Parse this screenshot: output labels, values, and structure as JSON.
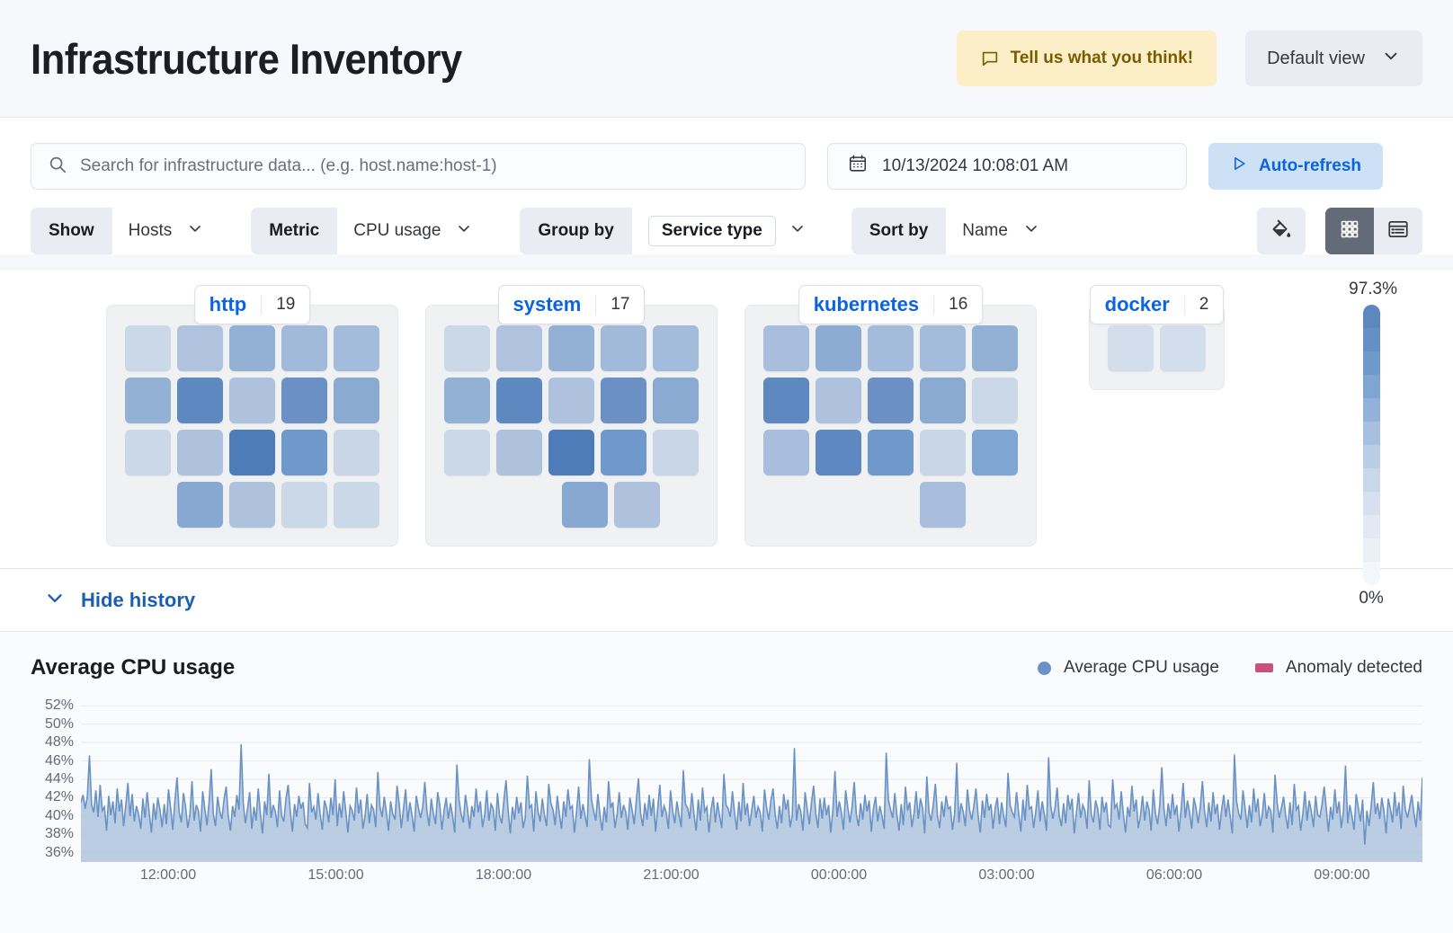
{
  "header": {
    "title": "Infrastructure Inventory",
    "feedback_label": "Tell us what you think!",
    "feedback_icon": "comment-icon",
    "view_label": "Default view",
    "view_chevron_icon": "chevron-down-icon",
    "feedback_bg": "#FCEFC7",
    "feedback_fg": "#7A5C00"
  },
  "search": {
    "placeholder": "Search for infrastructure data... (e.g. host.name:host-1)",
    "value": "",
    "icon": "search-icon"
  },
  "datepicker": {
    "value": "10/13/2024 10:08:01 AM",
    "icon": "calendar-icon"
  },
  "refresh": {
    "label": "Auto-refresh",
    "icon": "play-icon",
    "color": "#0B64DD",
    "bg": "#CCE0F6"
  },
  "filters": [
    {
      "label": "Show",
      "value": "Hosts",
      "badge": false,
      "name": "show"
    },
    {
      "label": "Metric",
      "value": "CPU usage",
      "badge": false,
      "name": "metric"
    },
    {
      "label": "Group by",
      "value": "Service type",
      "badge": true,
      "name": "group-by"
    },
    {
      "label": "Sort by",
      "value": "Name",
      "badge": false,
      "name": "sort-by"
    }
  ],
  "toolbar": {
    "palette_icon": "paint-bucket-icon",
    "grid_icon": "grid-view-icon",
    "table_icon": "table-view-icon",
    "active_view": "grid"
  },
  "legend_scale": {
    "top_label": "97.3%",
    "bottom_label": "0%",
    "colors": [
      "#5C87BF",
      "#6690C5",
      "#7099CB",
      "#7FA5D2",
      "#92B2DA",
      "#A7C0E1",
      "#BACDE6",
      "#C9D7EB",
      "#D7E0F0",
      "#E2E8F4",
      "#EBEFF8",
      "#F3F6FB"
    ]
  },
  "groups": [
    {
      "name": "http",
      "count": "19",
      "rows": [
        [
          "#CBD8E8",
          "#B0C3DE",
          "#93B0D5",
          "#A1BADA",
          "#A3BCDB"
        ],
        [
          "#93B0D5",
          "#5E88C0",
          "#AEC2DE",
          "#6A90C4",
          "#8AAAD2"
        ],
        [
          "#CBD8E8",
          "#AEC2DE",
          "#4E7CB8",
          "#7099CB",
          "#C8D6E7"
        ],
        [
          "#87A8D0",
          "#AEC2DE",
          "#CBD8E8",
          "#CBD8E8"
        ]
      ],
      "row_offsets": [
        0,
        0,
        0,
        1
      ]
    },
    {
      "name": "system",
      "count": "17",
      "rows": [
        [
          "#CBD8E8",
          "#B0C3DE",
          "#93B0D5",
          "#A1BADA",
          "#A3BCDB"
        ],
        [
          "#93B0D5",
          "#5E88C0",
          "#AEC2DE",
          "#6A90C4",
          "#8AAAD2"
        ],
        [
          "#CBD8E8",
          "#AEC2DE",
          "#4E7CB8",
          "#7099CB",
          "#C8D6E7"
        ],
        [
          "#87A8D0",
          "#AEC2DE"
        ]
      ],
      "row_offsets": [
        0,
        0,
        0,
        1.5
      ]
    },
    {
      "name": "kubernetes",
      "count": "16",
      "rows": [
        [
          "#A9BEDC",
          "#8CACD3",
          "#A4BCDB",
          "#A4BCDB",
          "#93B0D5"
        ],
        [
          "#5E88C0",
          "#AEC2DE",
          "#6A90C4",
          "#8AAAD2",
          "#CBD8E8"
        ],
        [
          "#A9BEDC",
          "#5E88C0",
          "#7099CB",
          "#C8D6E7",
          "#7FA5D2"
        ],
        [
          "#A9BEDC"
        ]
      ],
      "row_offsets": [
        0,
        0,
        0,
        2
      ]
    },
    {
      "name": "docker",
      "count": "2",
      "rows": [
        [
          "#D3DEEC",
          "#D3DEEC"
        ]
      ],
      "row_offsets": [
        0
      ]
    }
  ],
  "history": {
    "toggle_label": "Hide history",
    "toggle_icon": "chevron-down-icon"
  },
  "chart_data": {
    "type": "area",
    "title": "Average CPU usage",
    "xlabel": "",
    "ylabel": "",
    "ylim": [
      35,
      53
    ],
    "grid": true,
    "legend_position": "top-right",
    "legend": [
      {
        "name": "Average CPU usage",
        "marker": "dot",
        "color": "#6A92C4"
      },
      {
        "name": "Anomaly detected",
        "marker": "rect",
        "color": "#C8507A"
      }
    ],
    "yticks": [
      "52%",
      "50%",
      "48%",
      "46%",
      "44%",
      "42%",
      "40%",
      "38%",
      "36%"
    ],
    "ytick_values": [
      52,
      50,
      48,
      46,
      44,
      42,
      40,
      38,
      36
    ],
    "xticks": [
      "12:00:00",
      "15:00:00",
      "18:00:00",
      "21:00:00",
      "00:00:00",
      "03:00:00",
      "06:00:00",
      "09:00:00"
    ],
    "line_color": "#6A92C4",
    "fill_color": "#AFC4DE",
    "series": [
      {
        "name": "Average CPU usage",
        "values": [
          41.5,
          42.3,
          40.8,
          42.1,
          46.6,
          41.2,
          40.4,
          42.8,
          39.9,
          43.4,
          40.6,
          41.0,
          38.4,
          42.2,
          40.1,
          41.6,
          39.2,
          43.0,
          40.5,
          41.8,
          38.9,
          41.2,
          43.6,
          40.0,
          42.4,
          39.4,
          41.1,
          40.2,
          38.6,
          41.9,
          39.8,
          42.6,
          40.3,
          38.2,
          41.4,
          39.6,
          42.0,
          40.7,
          38.8,
          41.3,
          39.1,
          42.9,
          40.9,
          38.5,
          41.7,
          44.2,
          40.4,
          39.3,
          42.5,
          41.0,
          38.7,
          40.1,
          43.8,
          39.5,
          41.2,
          40.6,
          38.3,
          42.7,
          40.8,
          39.0,
          41.5,
          45.1,
          40.2,
          38.9,
          42.1,
          40.5,
          39.7,
          41.8,
          43.2,
          40.0,
          38.4,
          41.1,
          39.9,
          42.3,
          40.7,
          47.8,
          41.4,
          39.2,
          40.8,
          42.6,
          38.6,
          41.0,
          39.5,
          43.0,
          40.3,
          38.1,
          41.6,
          40.1,
          44.6,
          39.8,
          41.2,
          40.5,
          38.8,
          42.8,
          40.0,
          39.4,
          41.9,
          43.4,
          40.6,
          38.3,
          41.3,
          39.9,
          42.2,
          40.8,
          41.5,
          39.1,
          38.7,
          43.6,
          40.4,
          41.0,
          39.6,
          42.5,
          40.2,
          38.5,
          41.7,
          40.9,
          39.3,
          42.0,
          40.1,
          44.0,
          38.9,
          41.4,
          39.8,
          42.7,
          40.5,
          38.2,
          41.1,
          40.6,
          39.5,
          43.1,
          40.3,
          41.8,
          38.6,
          40.0,
          42.4,
          39.2,
          41.2,
          40.7,
          38.8,
          44.8,
          41.0,
          39.9,
          42.1,
          40.4,
          38.4,
          41.6,
          40.2,
          39.6,
          43.3,
          41.3,
          38.7,
          40.8,
          42.9,
          39.4,
          41.5,
          40.1,
          38.3,
          42.2,
          40.9,
          39.8,
          41.0,
          43.7,
          40.5,
          38.9,
          41.9,
          40.3,
          39.1,
          42.6,
          41.2,
          38.5,
          40.6,
          42.0,
          39.7,
          41.4,
          40.0,
          38.2,
          45.6,
          41.8,
          40.2,
          39.3,
          42.3,
          40.7,
          38.6,
          41.1,
          39.9,
          43.0,
          40.4,
          41.6,
          38.8,
          40.1,
          42.8,
          39.5,
          41.3,
          40.8,
          38.4,
          42.5,
          40.0,
          39.2,
          41.7,
          43.9,
          40.6,
          38.1,
          41.0,
          39.6,
          42.1,
          40.3,
          41.5,
          38.7,
          39.8,
          44.4,
          40.9,
          41.2,
          38.3,
          42.7,
          40.5,
          39.4,
          41.9,
          40.1,
          38.9,
          43.5,
          41.4,
          40.7,
          39.0,
          42.2,
          40.2,
          38.6,
          41.6,
          39.9,
          42.9,
          40.8,
          41.1,
          38.2,
          40.4,
          43.2,
          39.7,
          41.3,
          40.0,
          38.8,
          46.2,
          41.8,
          40.6,
          39.5,
          42.4,
          40.1,
          38.4,
          41.0,
          39.3,
          43.8,
          40.9,
          41.5,
          38.7,
          40.2,
          42.6,
          39.8,
          41.2,
          40.5,
          38.5,
          42.0,
          40.7,
          39.1,
          41.7,
          44.1,
          40.3,
          38.9,
          41.4,
          39.6,
          42.3,
          40.0,
          41.9,
          38.3,
          40.8,
          43.4,
          39.9,
          41.1,
          40.4,
          38.6,
          42.8,
          40.6,
          39.2,
          41.6,
          40.1,
          38.8,
          45.0,
          41.3,
          40.9,
          39.7,
          42.5,
          40.2,
          38.4,
          41.8,
          39.5,
          43.1,
          40.5,
          41.0,
          38.2,
          40.7,
          42.1,
          39.3,
          41.5,
          40.0,
          38.7,
          44.6,
          41.2,
          40.8,
          39.9,
          42.7,
          40.3,
          38.5,
          41.6,
          39.4,
          43.6,
          40.1,
          41.4,
          38.9,
          40.6,
          42.2,
          39.8,
          41.0,
          40.4,
          38.3,
          42.9,
          40.9,
          39.6,
          41.7,
          43.0,
          40.2,
          38.6,
          41.1,
          39.2,
          42.4,
          40.7,
          41.8,
          38.8,
          40.0,
          47.4,
          39.5,
          41.3,
          40.5,
          38.4,
          42.6,
          40.8,
          39.1,
          41.5,
          43.3,
          40.3,
          38.7,
          41.9,
          39.7,
          42.0,
          40.1,
          41.2,
          38.2,
          40.6,
          44.9,
          39.9,
          41.6,
          40.4,
          38.5,
          42.8,
          40.9,
          39.3,
          41.0,
          43.7,
          40.2,
          38.9,
          41.4,
          39.6,
          42.3,
          40.5,
          41.7,
          38.3,
          40.8,
          42.1,
          39.4,
          41.1,
          40.0,
          38.6,
          46.9,
          41.8,
          40.7,
          39.8,
          42.5,
          40.1,
          38.4,
          41.3,
          39.0,
          43.2,
          40.6,
          41.5,
          38.8,
          40.3,
          42.7,
          39.7,
          41.9,
          40.9,
          38.1,
          44.3,
          40.4,
          39.5,
          41.2,
          43.5,
          40.0,
          38.7,
          41.6,
          39.9,
          42.2,
          40.8,
          41.0,
          38.5,
          40.2,
          45.8,
          39.3,
          41.4,
          40.5,
          38.9,
          42.9,
          40.7,
          39.6,
          41.1,
          43.0,
          40.1,
          38.2,
          41.7,
          39.8,
          42.4,
          40.6,
          41.3,
          38.6,
          40.9,
          42.0,
          39.1,
          41.5,
          40.0,
          38.8,
          44.7,
          41.2,
          40.4,
          39.9,
          42.6,
          40.3,
          38.3,
          41.8,
          39.5,
          43.4,
          40.8,
          41.0,
          38.7,
          40.5,
          42.8,
          39.4,
          41.6,
          40.2,
          38.4,
          46.4,
          41.1,
          39.7,
          40.9,
          43.1,
          40.0,
          38.9,
          41.4,
          39.2,
          42.3,
          40.7,
          41.9,
          38.1,
          40.3,
          42.5,
          39.8,
          41.2,
          40.6,
          38.6,
          43.9,
          40.1,
          39.3,
          41.7,
          40.8,
          38.5,
          42.1,
          40.4,
          41.5,
          39.0,
          38.8,
          44.0,
          40.9,
          41.3,
          39.6,
          42.7,
          40.2,
          38.2,
          41.0,
          39.9,
          43.3,
          40.5,
          41.8,
          38.7,
          40.0,
          42.2,
          39.5,
          41.6,
          40.7,
          38.4,
          42.9,
          40.3,
          39.1,
          41.1,
          45.3,
          40.8,
          38.9,
          41.4,
          39.7,
          42.4,
          40.1,
          41.2,
          38.3,
          40.6,
          43.6,
          39.8,
          41.7,
          40.4,
          38.6,
          42.0,
          40.9,
          39.2,
          41.0,
          43.8,
          40.5,
          38.8,
          41.5,
          39.4,
          42.6,
          40.2,
          41.3,
          38.5,
          40.7,
          42.3,
          39.9,
          41.8,
          40.0,
          38.1,
          46.7,
          41.6,
          40.3,
          39.6,
          42.8,
          40.8,
          38.7,
          41.2,
          39.3,
          43.0,
          40.4,
          41.9,
          38.9,
          40.1,
          42.5,
          39.7,
          41.0,
          40.6,
          38.2,
          44.5,
          41.4,
          39.8,
          40.9,
          42.1,
          40.0,
          38.6,
          41.5,
          39.0,
          43.5,
          40.7,
          41.1,
          38.4,
          40.2,
          42.7,
          39.5,
          41.7,
          40.5,
          38.8,
          42.2,
          40.1,
          39.9,
          41.3,
          43.2,
          40.8,
          38.3,
          41.0,
          39.6,
          42.9,
          40.3,
          41.6,
          38.7,
          40.4,
          45.5,
          39.2,
          41.2,
          40.0,
          38.5,
          42.4,
          40.9,
          39.4,
          41.8,
          36.9,
          40.6,
          38.9,
          41.1,
          43.7,
          40.2,
          41.4,
          39.7,
          42.0,
          40.5,
          38.1,
          41.9,
          40.8,
          39.3,
          42.6,
          40.0,
          41.5,
          38.6,
          43.3,
          40.7,
          39.8,
          41.0,
          42.3,
          40.4,
          38.8,
          41.6,
          39.5,
          44.2
        ]
      }
    ]
  }
}
